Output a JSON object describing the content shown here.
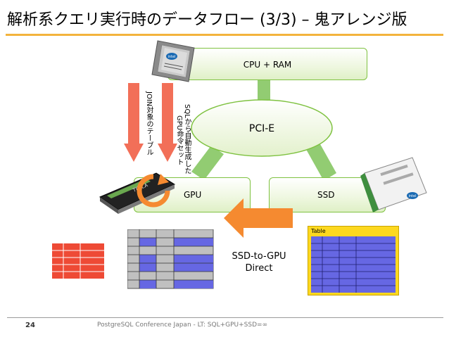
{
  "title": "解析系クエリ実行時のデータフロー (3/3) – 鬼アレンジ版",
  "boxes": {
    "cpu_ram": "CPU + RAM",
    "pcie": "PCI-E",
    "gpu": "GPU",
    "ssd": "SSD"
  },
  "arrows": {
    "join_table": "JOIN対象のテーブル",
    "sql_line1": "SQLから自動生成した",
    "sql_line2": "GPU命令セット"
  },
  "direct_label": {
    "line1": "SSD-to-GPU",
    "line2": "Direct"
  },
  "table_label": "Table",
  "cpu_chip_text": "intel",
  "gpu_card_text": "TESLA",
  "ssd_card_text": "intel",
  "footer": {
    "page_number": "24",
    "text": "PostgreSQL Conference Japan - LT: SQL+GPU+SSD=∞"
  },
  "colors": {
    "accent_rule": "#f3b33d",
    "box_border": "#7fc241",
    "connector_green": "#92cc72",
    "arrow_salmon": "#f26f58",
    "arrow_orange": "#f58a30",
    "table_yellow": "#fdd81f",
    "table_blue": "#6667e3",
    "table_red": "#ee4a35"
  }
}
